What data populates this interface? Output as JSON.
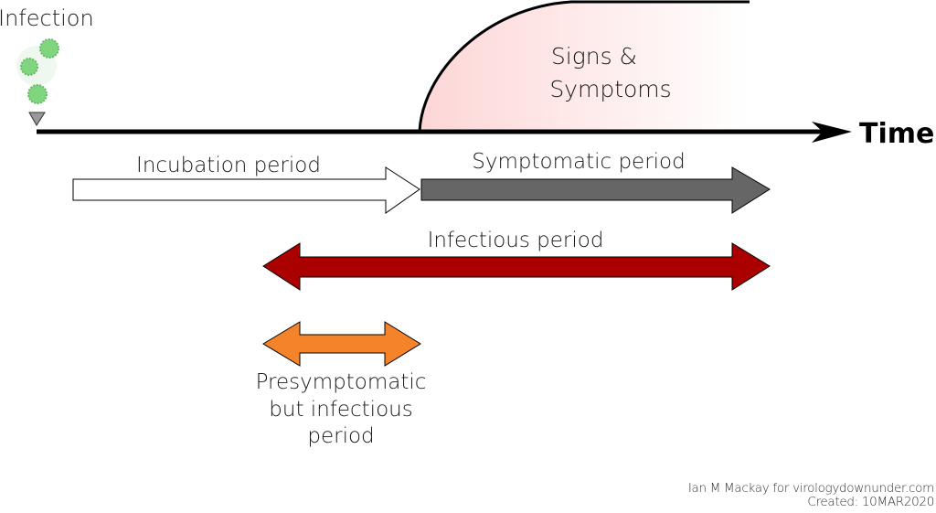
{
  "infection": {
    "label": "Infection",
    "icon": "virus-icon"
  },
  "timeline": {
    "label": "Time"
  },
  "signs_symptoms": {
    "line1": "Signs &",
    "line2": "Symptoms",
    "fill_color": "#fdd9d9"
  },
  "periods": {
    "incubation": {
      "label": "Incubation period",
      "color": "#ffffff"
    },
    "symptomatic": {
      "label": "Symptomatic period",
      "color": "#666666"
    },
    "infectious": {
      "label": "Infectious period",
      "color": "#aa0000"
    },
    "presymptomatic": {
      "line1": "Presymptomatic",
      "line2": "but infectious",
      "line3": "period",
      "color": "#f5832a"
    }
  },
  "credit": {
    "line1": "Ian M Mackay for virologydownunder.com",
    "line2": "Created: 10MAR2020"
  }
}
